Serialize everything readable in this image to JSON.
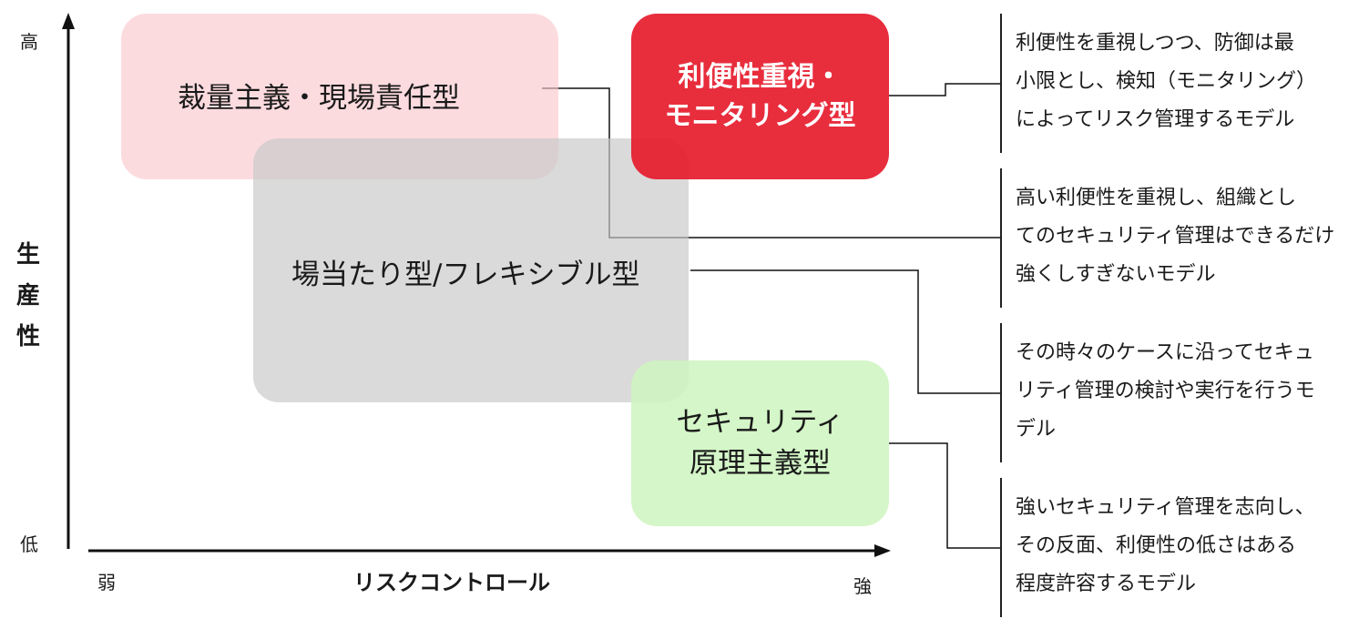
{
  "axes": {
    "y_title": "生産性",
    "y_high": "高",
    "y_low": "低",
    "x_title": "リスクコントロール",
    "x_low": "弱",
    "x_high": "強"
  },
  "boxes": {
    "discretion": "裁量主義・現場責任型",
    "convenience_line1": "利便性重視・",
    "convenience_line2": "モニタリング型",
    "adhoc": "場当たり型/フレキシブル型",
    "security_line1": "セキュリティ",
    "security_line2": "原理主義型"
  },
  "descriptions": [
    {
      "line1": "利便性を重視しつつ、防御は最",
      "line2": "小限とし、検知（モニタリング）",
      "line3": "によってリスク管理するモデル"
    },
    {
      "line1": "高い利便性を重視し、組織とし",
      "line2": "てのセキュリティ管理はできるだけ",
      "line3": "強くしすぎないモデル"
    },
    {
      "line1": "その時々のケースに沿ってセキュ",
      "line2": "リティ管理の検討や実行を行うモ",
      "line3": "デル"
    },
    {
      "line1": "強いセキュリティ管理を志向し、",
      "line2": "その反面、利便性の低さはある",
      "line3": "程度許容するモデル"
    }
  ],
  "colors": {
    "red_box": "#e61b2d",
    "pink_box": "#fac8ce",
    "gray_box": "#c8c8c8",
    "green_box": "#cdf5be"
  }
}
